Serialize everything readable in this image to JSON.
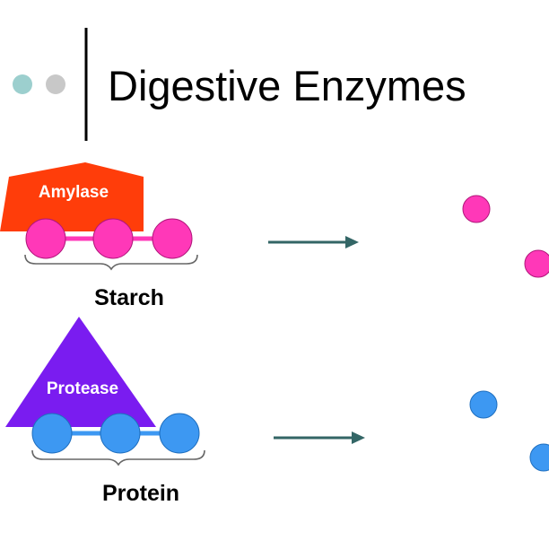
{
  "slide": {
    "title": "Digestive Enzymes"
  },
  "colors": {
    "dot_teal": "#9ccfce",
    "dot_gray": "#c8c8c8",
    "divider": "#000000",
    "amylase_fill": "#ff3d0a",
    "protease_fill": "#7a1cf0",
    "starch_bead": "#ff38b8",
    "protein_bead": "#3d98f2",
    "arrow": "#336666",
    "brace": "#666666"
  },
  "reactions": [
    {
      "enzyme": "Amylase",
      "substrate": "Starch",
      "enzyme_shape": "pentagon",
      "bead_color": "starch_bead",
      "units": 3,
      "products": 2
    },
    {
      "enzyme": "Protease",
      "substrate": "Protein",
      "enzyme_shape": "triangle",
      "bead_color": "protein_bead",
      "units": 3,
      "products": 2
    }
  ]
}
